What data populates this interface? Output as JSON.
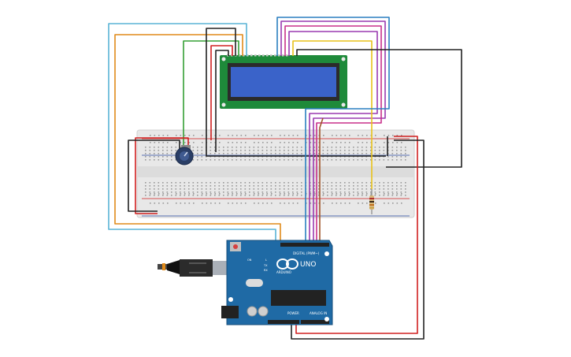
{
  "arduino": {
    "brand": "ARDUINO",
    "model": "UNO",
    "digital_label": "DIGITAL (PWM~)",
    "power_label": "POWER",
    "analog_label": "ANALOG IN",
    "pin_l": "L",
    "pin_tx": "TX",
    "pin_rx": "RX",
    "pin_on": "ON"
  },
  "colors": {
    "wire_red": "#d02020",
    "wire_black": "#222222",
    "wire_green": "#35a035",
    "wire_orange": "#e08a1a",
    "wire_lightblue": "#5ab4d6",
    "wire_blue": "#2a7fc0",
    "wire_purple": "#9a3ab0",
    "wire_magenta": "#c8308a",
    "wire_yellow": "#e8c21a",
    "wire_brown": "#a0562a",
    "board": "#1f6aa5",
    "lcd_pcb": "#1e8a3a",
    "lcd_screen": "#3a63c9",
    "breadboard": "#e6e6e6"
  },
  "components": [
    "lcd-16x2",
    "breadboard",
    "potentiometer",
    "resistor",
    "arduino-uno",
    "usb-cable"
  ]
}
